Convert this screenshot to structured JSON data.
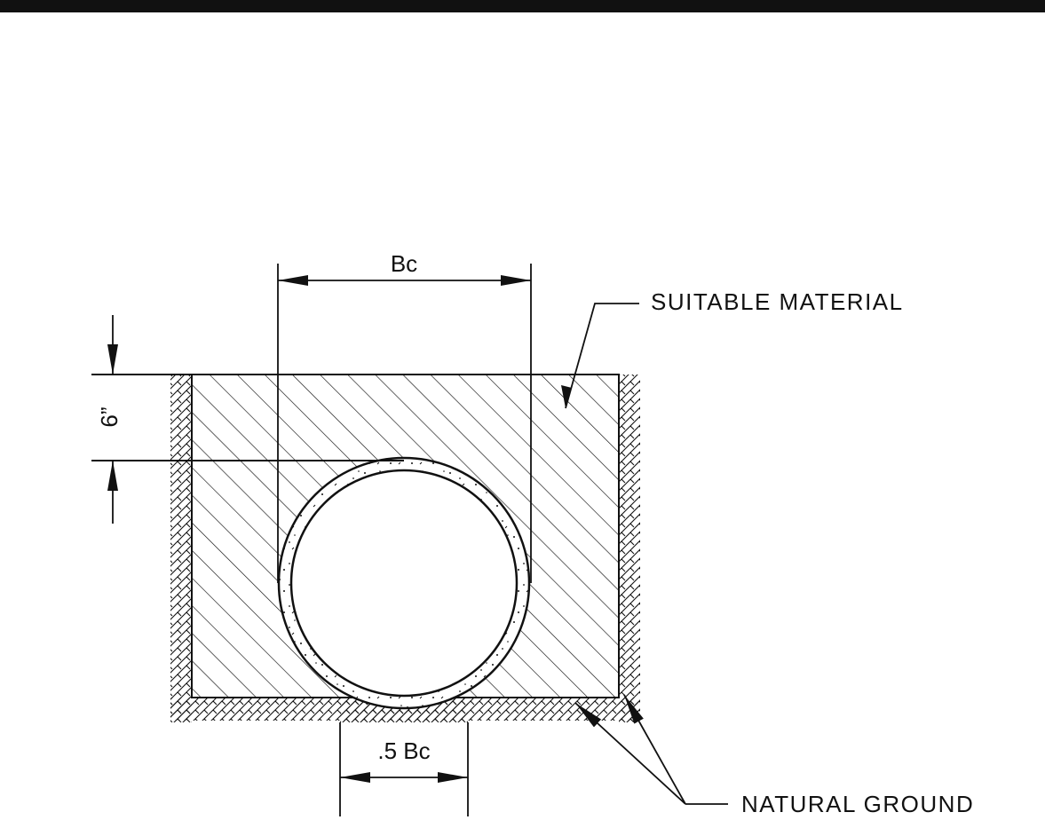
{
  "drawing": {
    "labels": {
      "bc": "Bc",
      "suitable_material": "SUITABLE MATERIAL",
      "six_inch": "6”",
      "half_bc": ".5 Bc",
      "natural_ground": "NATURAL GROUND"
    },
    "colors": {
      "line": "#111111",
      "background": "#ffffff"
    }
  }
}
